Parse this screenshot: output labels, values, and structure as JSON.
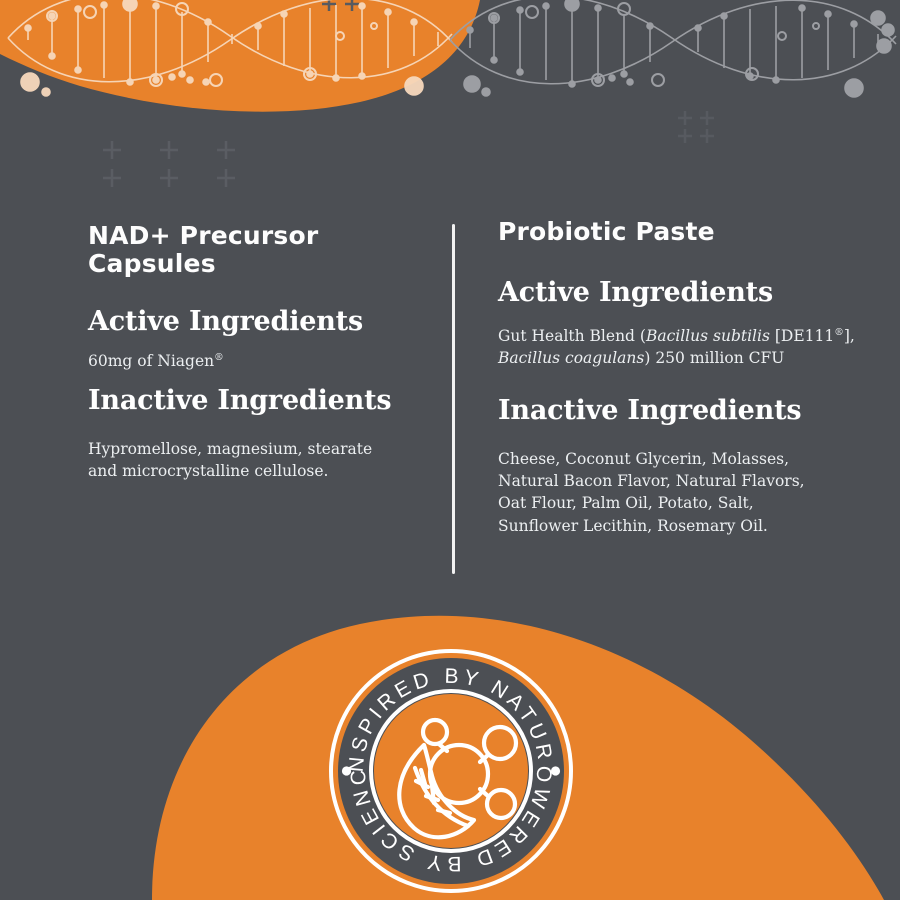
{
  "theme": {
    "background": "#4c4f54",
    "accent_orange": "#e8822b",
    "text_light": "#ffffff",
    "divider": "#f2f2f2"
  },
  "columns": [
    {
      "product_title": "NAD+ Precursor Capsules",
      "active_heading": "Active Ingredients",
      "active_body": "60mg of Niagen",
      "active_body_sup": "®",
      "inactive_heading": "Inactive Ingredients",
      "inactive_body_line1": "Hypromellose,  magnesium, stearate",
      "inactive_body_line2": "and microcrystalline cellulose."
    },
    {
      "product_title": "Probiotic Paste",
      "active_heading": "Active Ingredients",
      "active_body_pre": "Gut Health Blend (",
      "active_body_italic1": "Bacillus subtilis",
      "active_body_mid": " [DE111",
      "active_body_sup": "®",
      "active_body_mid2": "], ",
      "active_body_italic2": "Bacillus coagulans",
      "active_body_post": ") 250 million CFU",
      "inactive_heading": "Inactive Ingredients",
      "inactive_body_line1": "Cheese, Coconut Glycerin, Molasses,",
      "inactive_body_line2": "Natural Bacon Flavor, Natural Flavors,",
      "inactive_body_line3": "Oat Flour, Palm Oil, Potato, Salt,",
      "inactive_body_line4": "Sunflower Lecithin, Rosemary Oil."
    }
  ],
  "badge": {
    "top_text": "INSPIRED BY NATURE",
    "bottom_text": "POWERED BY SCIENCE",
    "icon": "leaf-molecule-icon",
    "ring_color": "#4c4f54",
    "inner_color": "#e8822b"
  },
  "decorations": {
    "top": "dna-helix-pattern",
    "bottom": "orange-blob-shape"
  }
}
